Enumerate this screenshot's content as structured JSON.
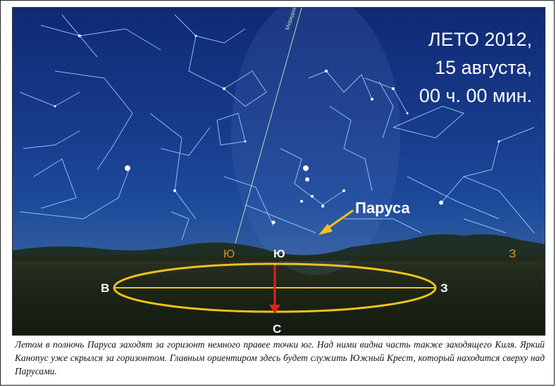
{
  "season": {
    "line1": "ЛЕТО 2012,",
    "line2": "15 августа,",
    "line3": "00 ч. 00 мин."
  },
  "labels": {
    "constellation": "Паруса",
    "south_horizon": "Ю",
    "west_horizon": "З",
    "south_ring": "Ю",
    "east_ring": "В",
    "west_ring": "З",
    "north_ring": "С",
    "meridian": "Меридиан"
  },
  "caption": "Летом в полночь Паруса заходят за горизонт немного правее точки юг. Над ними видна часть также заходящего Киля. Яркий Канопус уже скрылся за горизонтом. Главным ориентиром здесь будет служить Южный Крест, который находится сверху над Парусами.",
  "colors": {
    "sky_top": "#0f2a74",
    "ground": "#1d2617",
    "ring": "#f2c21b",
    "arrow_red": "#d8261a",
    "pointer_arrow": "#f2c21b",
    "horizon_label": "#e08a2c",
    "meridian_line": "#b9dcb9"
  }
}
